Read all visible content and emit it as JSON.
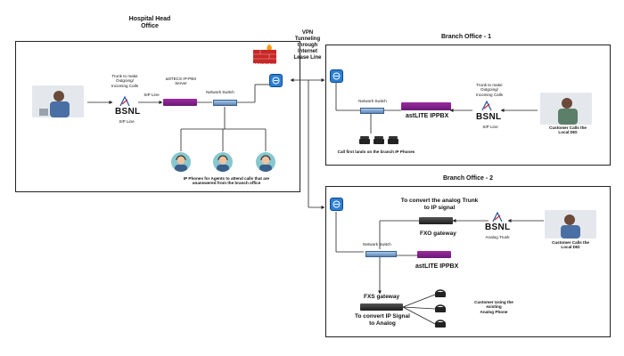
{
  "head_office": {
    "title_line1": "Hospital Head",
    "title_line2": "Office",
    "trunk_label_1": "Trunk to make",
    "trunk_label_2": "Outgoing/",
    "trunk_label_3": "Incoming Calls",
    "bsnl": "BSNL",
    "sip_line_under": "SIP Line",
    "sip_line_mid": "SIP Line",
    "server_label_1": "astTECS IP-PBX",
    "server_label_2": "Server",
    "switch_label": "Network Switch",
    "firewall_label": "FIREWALL",
    "agents_label_1": "IP Phones for Agents  to attend calls that are",
    "agents_label_2": "unanswered from the branch office"
  },
  "vpn": {
    "line1": "VPN",
    "line2": "Tunneling",
    "line3": "through",
    "line4": "Internet",
    "line5": "Lease Line"
  },
  "branch1": {
    "title": "Branch Office - 1",
    "switch_label": "Network Switch",
    "pbx_label": "astLITE  IPPBX",
    "trunk_label_1": "Trunk to make",
    "trunk_label_2": "Outgoing/",
    "trunk_label_3": "Incoming Calls",
    "bsnl": "BSNL",
    "sip_line": "SIP Line",
    "customer_label_1": "Customer Calls the",
    "customer_label_2": "Local DID",
    "phones_label": "Call first lands on the branch IP Phones"
  },
  "branch2": {
    "title": "Branch Office - 2",
    "convert_analog_1": "To convert the analog Trunk",
    "convert_analog_2": "to IP signal",
    "fxo_label": "FXO gateway",
    "bsnl": "BSNL",
    "analog_trunk": "Analog Trunk",
    "customer_label_1": "Customer Calls the",
    "customer_label_2": "Local DID",
    "switch_label": "Network Switch",
    "pbx_label": "astLITE  IPPBX",
    "fxs_label": "FXS gateway",
    "convert_ip_1": "To convert IP Signal",
    "convert_ip_2": "to Analog",
    "analog_phone_1": "Customer Using the",
    "analog_phone_2": "existing",
    "analog_phone_3": "Analog Phone"
  },
  "colors": {
    "pbx": "#7d1f86",
    "switch": "#6f9acb",
    "vpn_icon": "#2a7fd4",
    "firewall": "#c62828"
  },
  "icons": [
    "vpn-router-icon",
    "firewall-icon",
    "bsnl-logo-icon",
    "ip-phone-icon",
    "analog-phone-icon",
    "agent-headset-icon"
  ]
}
